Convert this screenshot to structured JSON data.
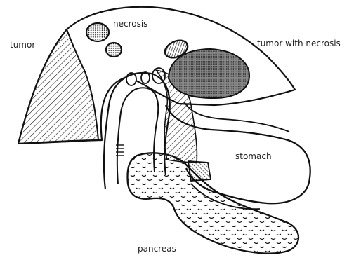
{
  "labels": {
    "tumor": "tumor",
    "necrosis": "necrosis",
    "tumor_with_necrosis": "tumor with necrosis",
    "stomach": "stomach",
    "pancreas": "pancreas"
  },
  "colors": {
    "ink": "#111111",
    "background": "#ffffff",
    "tumor_mass": "#555555",
    "necrosis_fill": "#777777"
  }
}
